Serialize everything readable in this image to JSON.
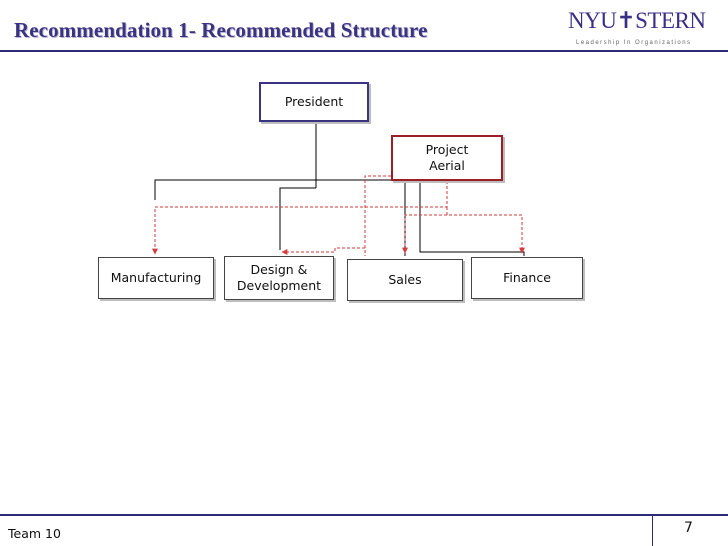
{
  "slide": {
    "title": "Recommendation 1- Recommended Structure",
    "footer": "Team 10",
    "page_number": "7"
  },
  "logo": {
    "name": "NYU✝STERN",
    "tagline": "Leadership In Organizations",
    "color": "#3a2f86"
  },
  "org_chart": {
    "president": "President",
    "project": "Project Aerial",
    "departments": [
      "Manufacturing",
      "Design & Development",
      "Sales",
      "Finance"
    ],
    "colors": {
      "solid_line": "#000000",
      "dashed_line": "#d63a3a",
      "president_border": "#3a3380",
      "project_border": "#9a1e24"
    }
  }
}
